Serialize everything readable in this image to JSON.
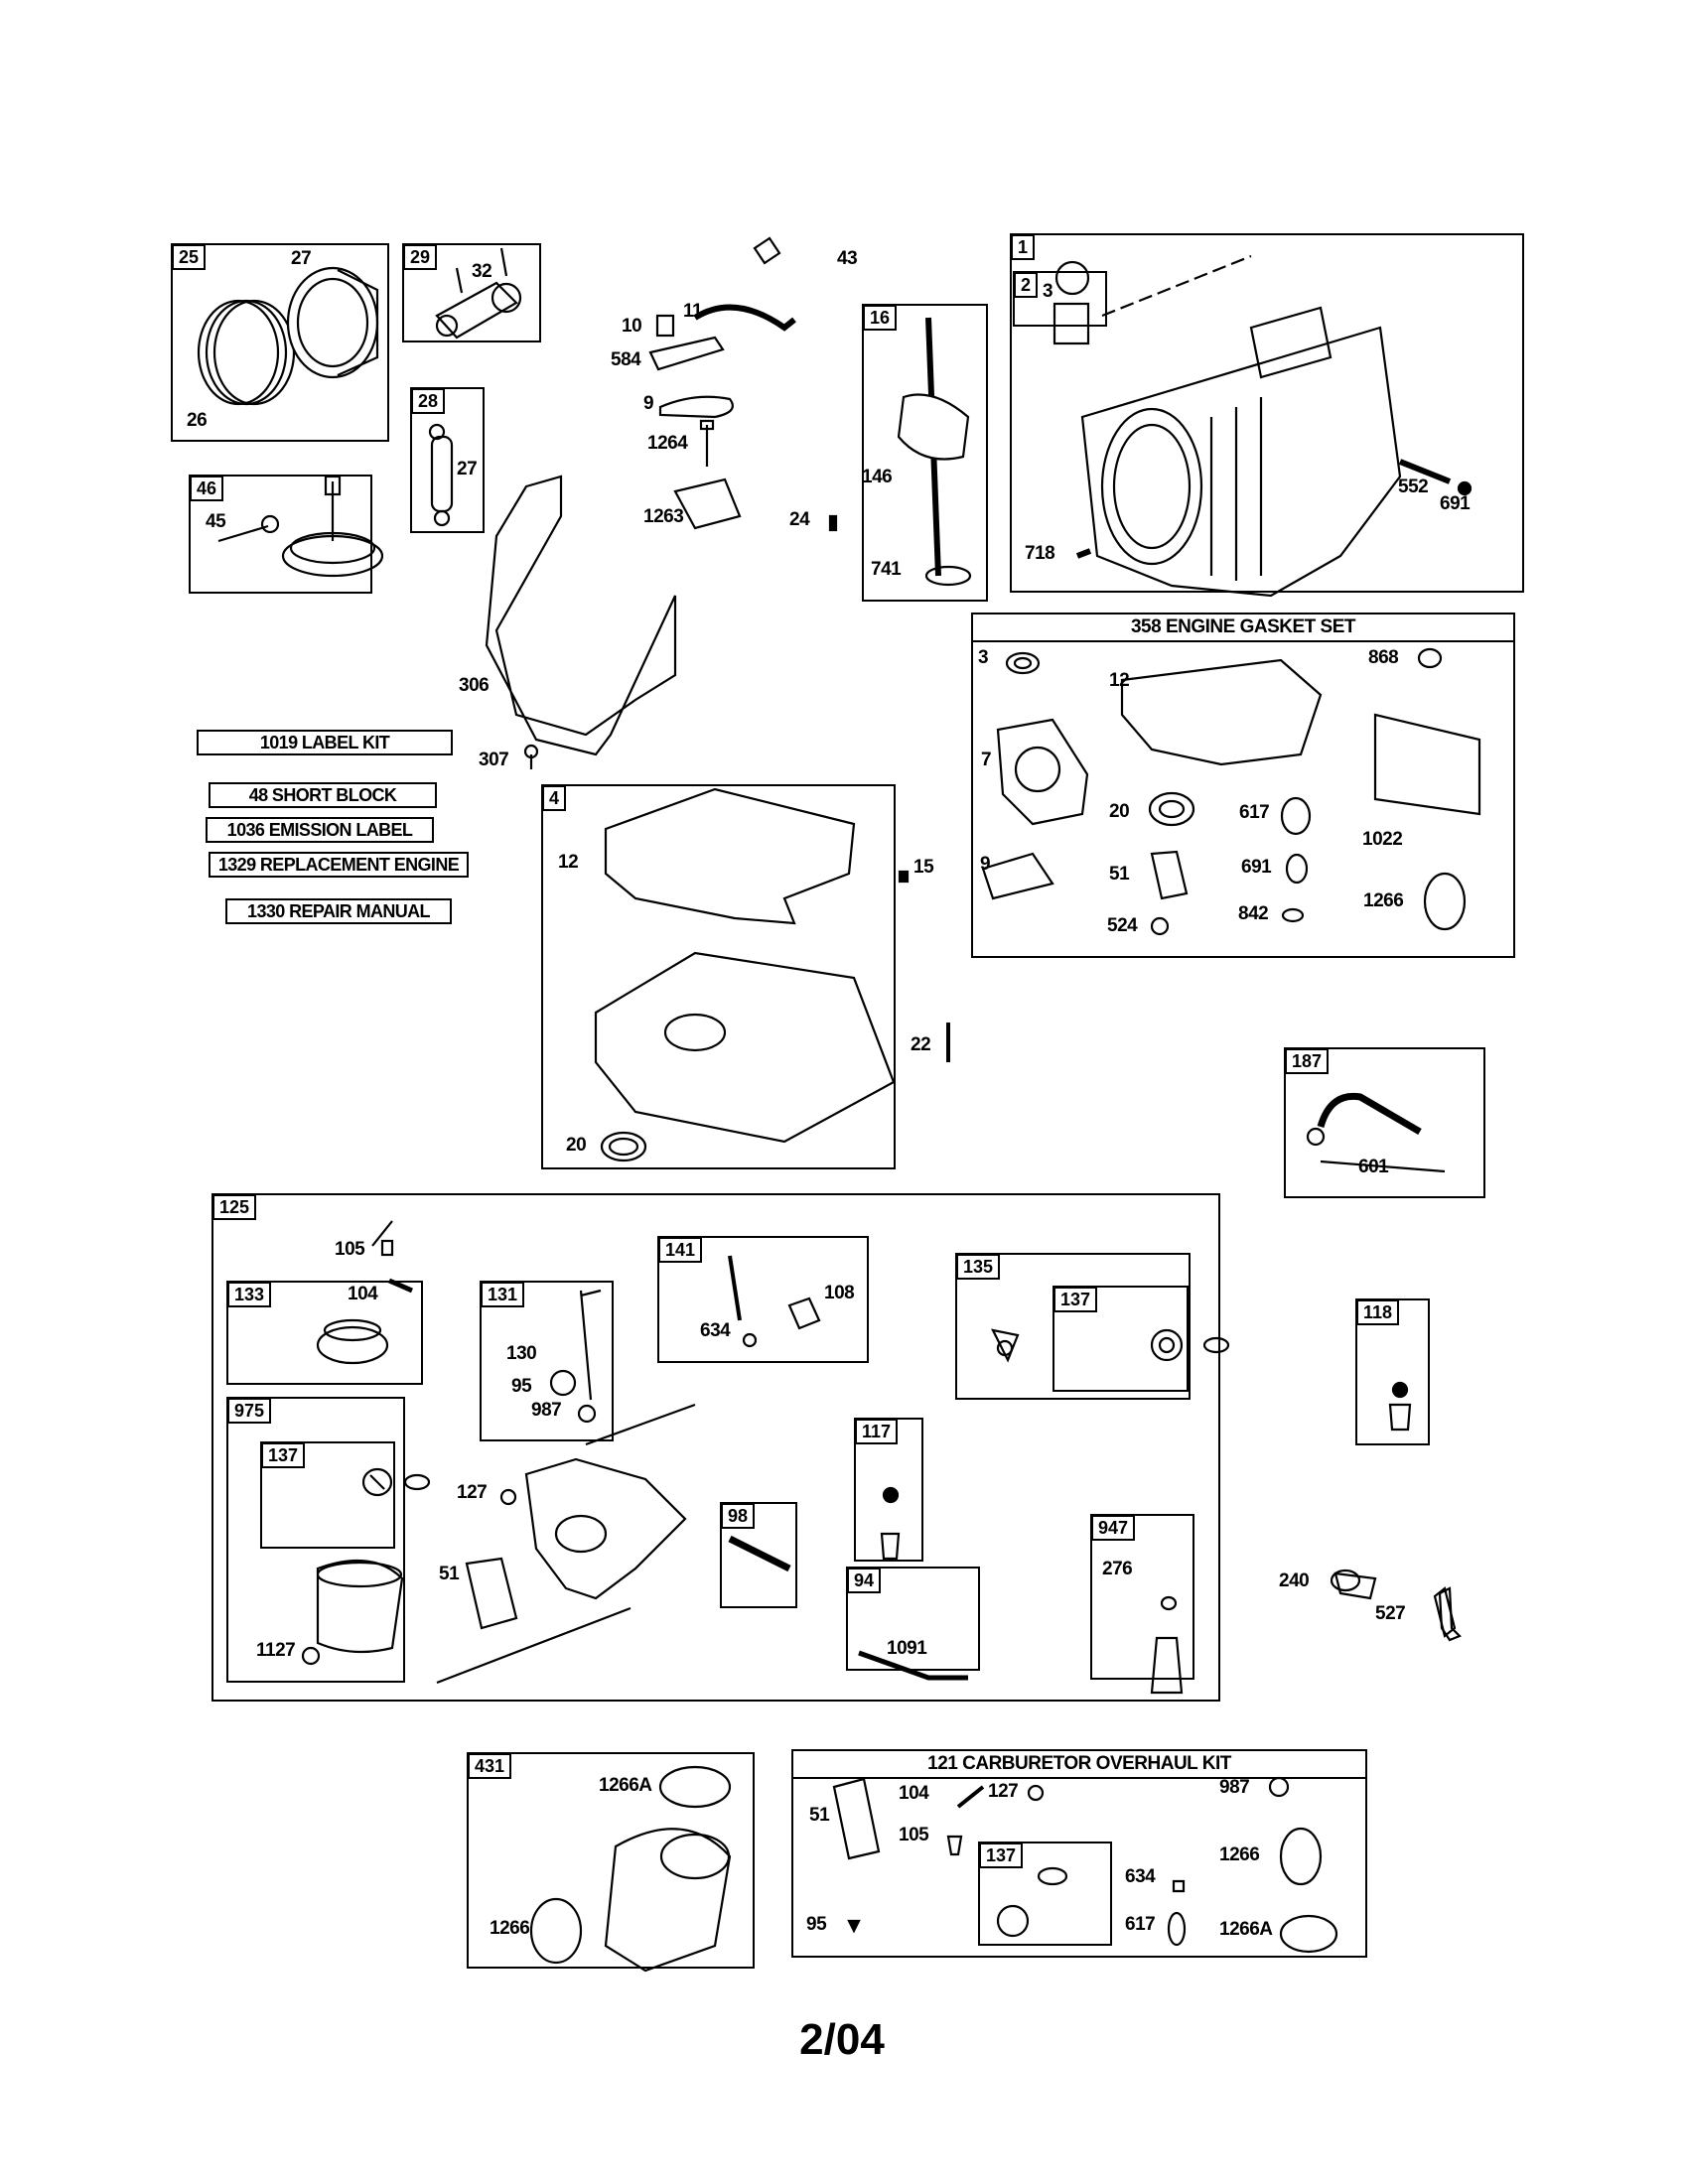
{
  "page_number": "2/04",
  "kits": {
    "label_kit": "1019 LABEL KIT",
    "short_block": "48 SHORT BLOCK",
    "emission_label": "1036 EMISSION LABEL",
    "replacement_engine": "1329 REPLACEMENT ENGINE",
    "repair_manual": "1330 REPAIR MANUAL"
  },
  "boxes": {
    "b25": "25",
    "b29": "29",
    "b28": "28",
    "b46": "46",
    "b16": "16",
    "b1": "1",
    "b2": "2",
    "b4": "4",
    "b187": "187",
    "b125": "125",
    "b133": "133",
    "b975": "975",
    "b137a": "137",
    "b131": "131",
    "b141": "141",
    "b135": "135",
    "b137b": "137",
    "b117": "117",
    "b98": "98",
    "b94": "94",
    "b947": "947",
    "b118": "118",
    "b431": "431",
    "b137c": "137"
  },
  "titles": {
    "gasket_set": "358 ENGINE GASKET SET",
    "carb_kit": "121 CARBURETOR OVERHAUL KIT"
  },
  "labels": {
    "l27a": "27",
    "l26": "26",
    "l32": "32",
    "l27b": "27",
    "l45": "45",
    "l43": "43",
    "l10": "10",
    "l11": "11",
    "l584": "584",
    "l9a": "9",
    "l1264": "1264",
    "l1263": "1263",
    "l24": "24",
    "l146": "146",
    "l741": "741",
    "l306": "306",
    "l307": "307",
    "l3a": "3",
    "l552": "552",
    "l691a": "691",
    "l718": "718",
    "l3b": "3",
    "l12a": "12",
    "l868": "868",
    "l7": "7",
    "l20a": "20",
    "l617a": "617",
    "l1022": "1022",
    "l9b": "9",
    "l51a": "51",
    "l691b": "691",
    "l1266a": "1266",
    "l524": "524",
    "l842": "842",
    "l12b": "12",
    "l15": "15",
    "l22": "22",
    "l20b": "20",
    "l601": "601",
    "l105a": "105",
    "l104a": "104",
    "l1127": "1127",
    "l130": "130",
    "l95a": "95",
    "l987a": "987",
    "l634a": "634",
    "l108": "108",
    "l127a": "127",
    "l51b": "51",
    "l1091": "1091",
    "l276": "276",
    "l240": "240",
    "l527": "527",
    "l1266A_a": "1266A",
    "l1266b": "1266",
    "l51c": "51",
    "l104b": "104",
    "l127b": "127",
    "l987b": "987",
    "l105b": "105",
    "l1266c": "1266",
    "l634b": "634",
    "l95b": "95",
    "l617b": "617",
    "l1266A_b": "1266A"
  }
}
